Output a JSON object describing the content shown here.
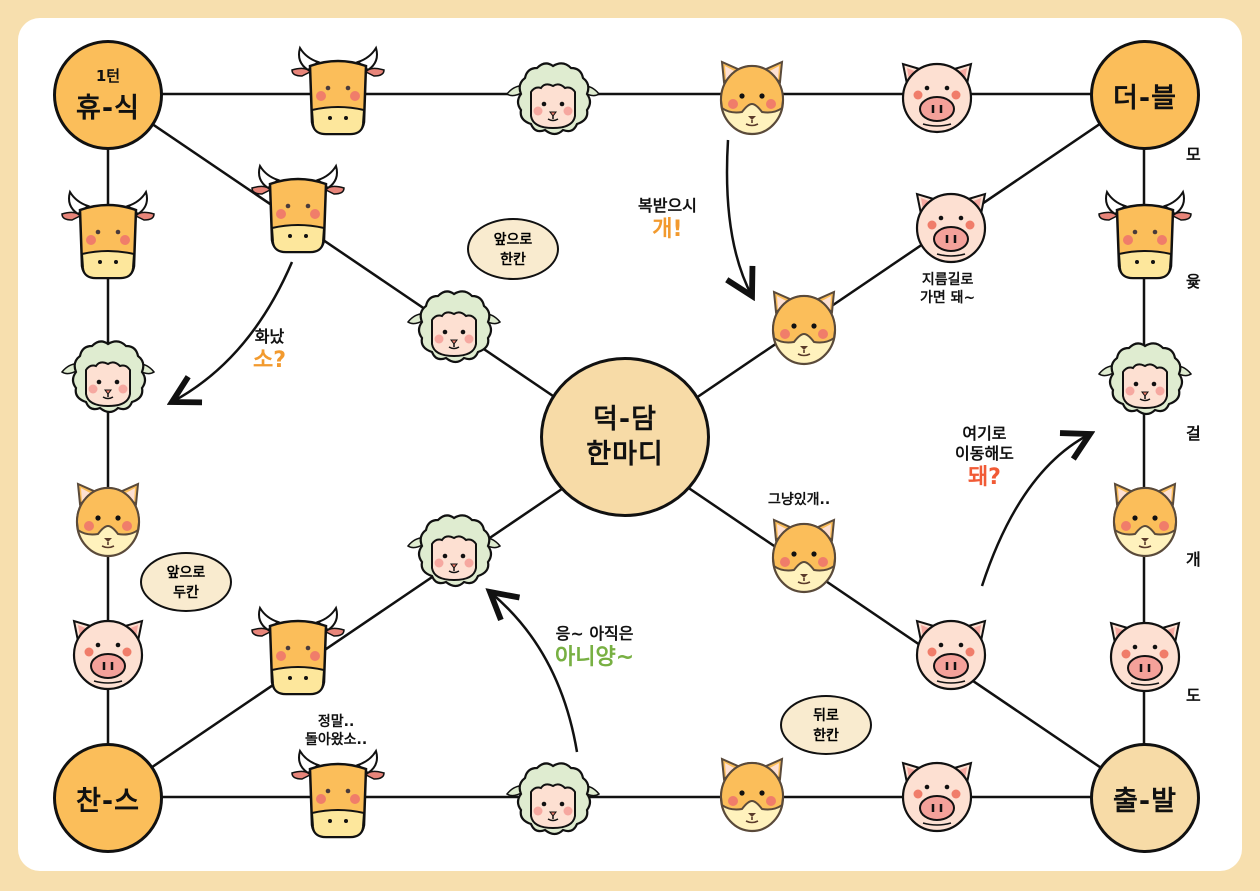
{
  "board": {
    "corners": {
      "top_left": {
        "top": "1턴",
        "main": "휴-식"
      },
      "top_right": {
        "main": "더-블"
      },
      "bottom_left": {
        "main": "찬-스"
      },
      "bottom_right": {
        "main": "출-발"
      },
      "center": {
        "line1": "덕-담",
        "line2": "한마디"
      }
    },
    "yut_labels": [
      "모",
      "윷",
      "걸",
      "개",
      "도"
    ],
    "bubbles": {
      "forward_one": {
        "line1": "앞으로",
        "line2": "한칸"
      },
      "forward_two": {
        "line1": "앞으로",
        "line2": "두칸"
      },
      "back_one": {
        "line1": "뒤로",
        "line2": "한칸"
      }
    },
    "annotations": {
      "angry_cow": {
        "line1": "화났",
        "line2": "소?",
        "accent": "#f29a2e"
      },
      "lucky_dog": {
        "line1": "복받으시",
        "line2": "개!",
        "accent": "#f29a2e"
      },
      "shortcut": {
        "line1": "지름길로",
        "line2": "가면 돼~"
      },
      "move_here": {
        "line1": "여기로",
        "line2": "이동해도",
        "line3": "돼?",
        "accent": "#f15a35"
      },
      "stay_dog": {
        "line1": "그냥있개.."
      },
      "not_yet": {
        "line1": "응~ 아직은",
        "line2": "아니양~",
        "accent": "#78b043"
      },
      "back_cow": {
        "line1": "정말..",
        "line2": "돌아왔소.."
      }
    },
    "colors": {
      "background": "#f7dfae",
      "board": "#ffffff",
      "corner_orange": "#fbbe5a",
      "corner_cream": "#f7dba7",
      "line": "#111111"
    }
  }
}
